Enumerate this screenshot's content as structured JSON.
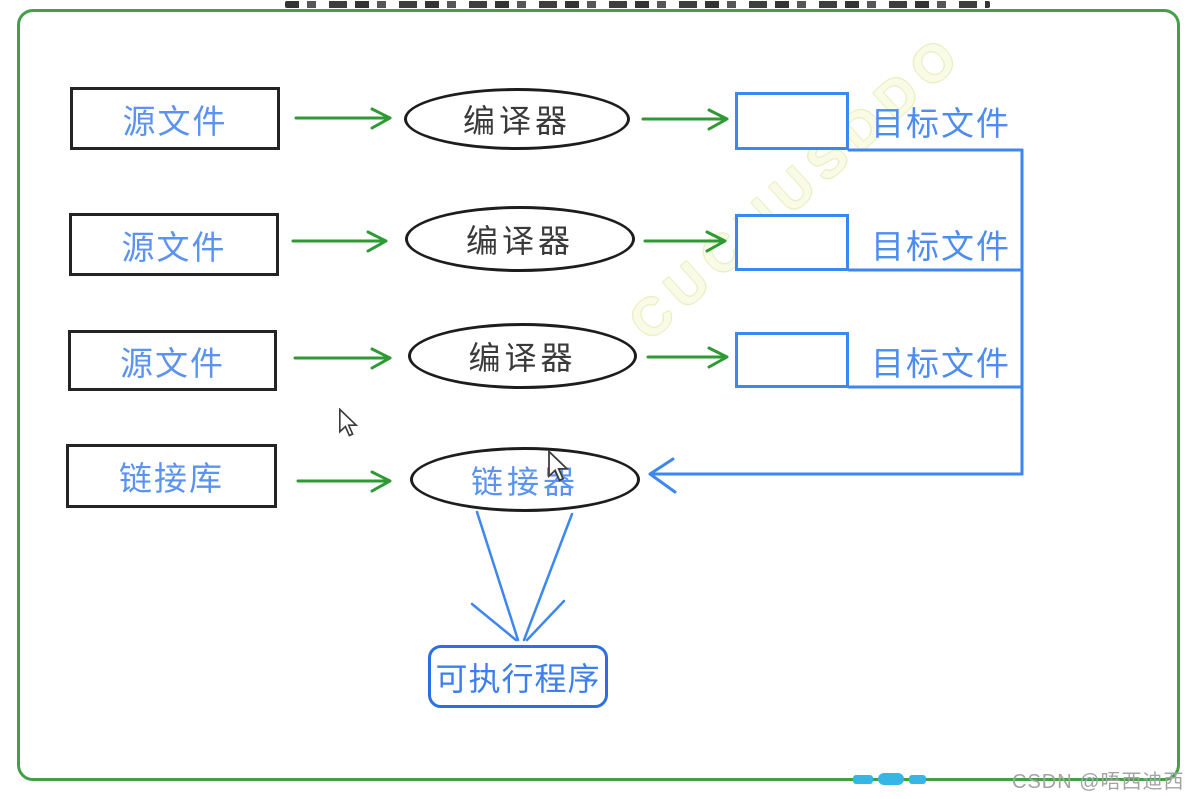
{
  "flow": {
    "rows": [
      {
        "input": "源文件",
        "process": "编译器",
        "output": "目标文件"
      },
      {
        "input": "源文件",
        "process": "编译器",
        "output": "目标文件"
      },
      {
        "input": "源文件",
        "process": "编译器",
        "output": "目标文件"
      }
    ],
    "linker": {
      "input": "链接库",
      "process": "链接器"
    },
    "result": "可执行程序"
  },
  "watermarks": {
    "diagonal": "CUCUUSDDO",
    "csdn": "CSDN @唔西迪西"
  },
  "colors": {
    "frame_green": "#43a047",
    "arrow_green": "#2f9a35",
    "connector_blue": "#3d87f0",
    "label_blue": "#4d8df2",
    "node_border_black": "#242424"
  }
}
